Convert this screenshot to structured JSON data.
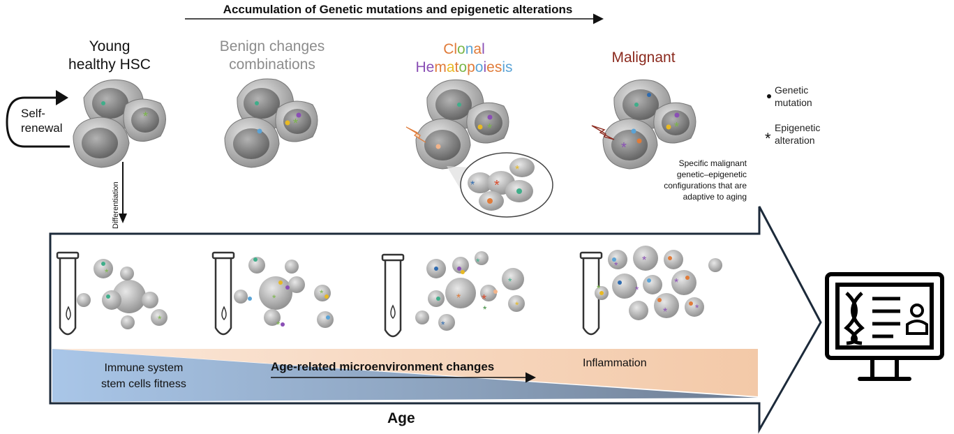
{
  "header": {
    "label": "Accumulation of Genetic mutations and epigenetic alterations"
  },
  "stages": {
    "young": {
      "line1": "Young",
      "line2": "healthy HSC"
    },
    "benign": {
      "line1": "Benign changes",
      "line2": "combinations"
    },
    "clonal": {
      "word1": [
        "C",
        "l",
        "o",
        "n",
        "a",
        "l"
      ],
      "word2": [
        "H",
        "e",
        "m",
        "a",
        "t",
        "o",
        "p",
        "o",
        "i",
        "e",
        "s",
        "i",
        "s"
      ],
      "word1_colors": [
        "#e07b39",
        "#e07b39",
        "#7ab648",
        "#5aa3d6",
        "#e07b39",
        "#8a4fb5"
      ],
      "word2_colors": [
        "#8a4fb5",
        "#8a4fb5",
        "#e07b39",
        "#e8b923",
        "#e07b39",
        "#7ab648",
        "#e07b39",
        "#5aa3d6",
        "#8a4fb5",
        "#e07b39",
        "#e07b39",
        "#5aa3d6",
        "#5aa3d6"
      ]
    },
    "malignant": {
      "label": "Malignant"
    }
  },
  "self_renewal": {
    "line1": "Self-",
    "line2": "renewal"
  },
  "differentiation": {
    "label": "Differentiation"
  },
  "legend": {
    "genetic": {
      "line1": "Genetic",
      "line2": "mutation"
    },
    "epigenetic": {
      "line1": "Epigenetic",
      "line2": "alteration"
    }
  },
  "malignant_note": {
    "line1": "Specific malignant",
    "line2": "genetic–epigenetic",
    "line3": "configurations that are",
    "line4": "adaptive to aging"
  },
  "bottom": {
    "left_line1": "Immune system",
    "left_line2": "stem cells fitness",
    "middle": "Age-related microenvironment changes",
    "right": "Inflammation",
    "axis": "Age"
  },
  "colors": {
    "mutation_palette": [
      "#3fae8a",
      "#2e6bb0",
      "#7ab648",
      "#e8b923",
      "#8a4fb5",
      "#e07b39",
      "#5aa3d6",
      "#d94a2b"
    ],
    "gradient_left": "#a9c6e8",
    "gradient_right": "#f3c9a8",
    "malignant_title": "#8b2a1e"
  }
}
